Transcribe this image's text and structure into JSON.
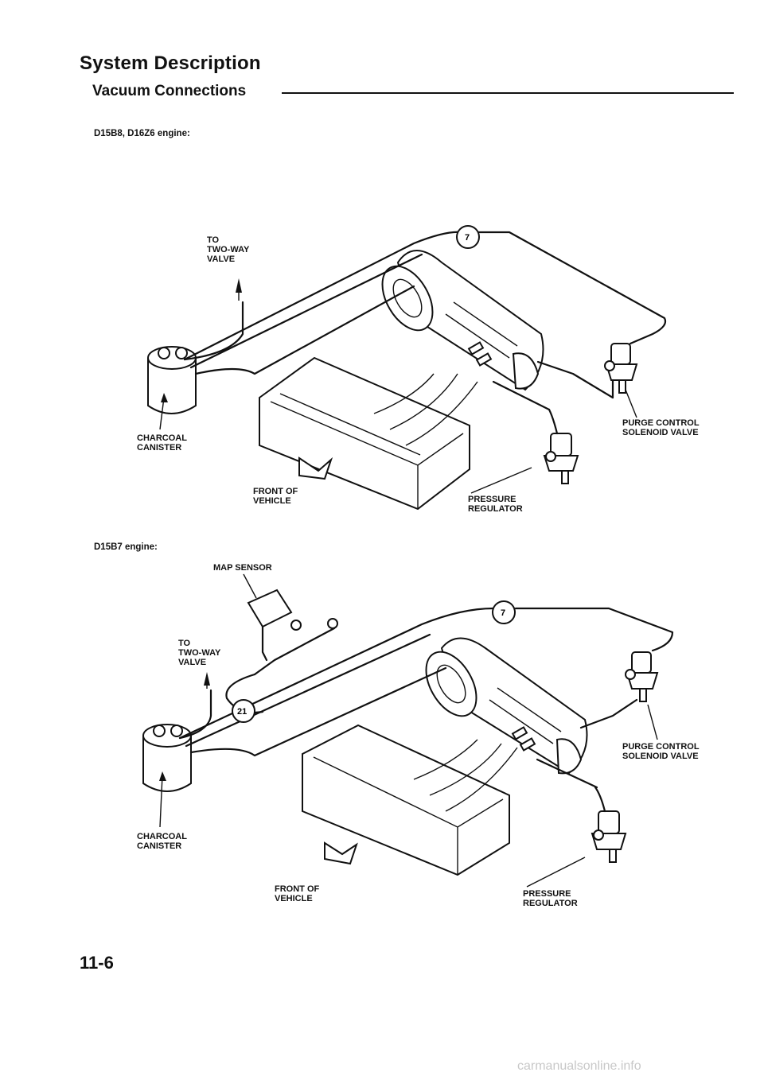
{
  "header": {
    "title": "System Description",
    "subtitle": "Vacuum Connections"
  },
  "diagram1": {
    "engine_label": "D15B8, D16Z6 engine:",
    "to_two_way_valve": "TO\nTWO-WAY\nVALVE",
    "charcoal_canister": "CHARCOAL\nCANISTER",
    "front_of_vehicle": "FRONT OF\nVEHICLE",
    "pressure_regulator": "PRESSURE\nREGULATOR",
    "purge_control_solenoid_valve": "PURGE CONTROL\nSOLENOID VALVE",
    "hose_number": "7"
  },
  "diagram2": {
    "engine_label": "D15B7 engine:",
    "map_sensor": "MAP SENSOR",
    "to_two_way_valve": "TO\nTWO-WAY\nVALVE",
    "charcoal_canister": "CHARCOAL\nCANISTER",
    "front_of_vehicle": "FRONT OF\nVEHICLE",
    "pressure_regulator": "PRESSURE\nREGULATOR",
    "purge_control_solenoid_valve": "PURGE CONTROL\nSOLENOID VALVE",
    "hose_number_a": "7",
    "hose_number_b": "21"
  },
  "footer": {
    "page_number": "11-6",
    "watermark": "carmanualsonline.info"
  }
}
